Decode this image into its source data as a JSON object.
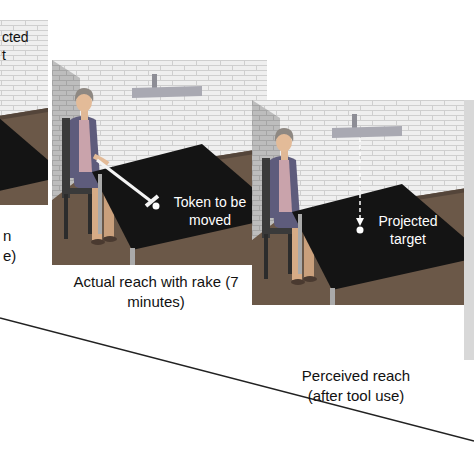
{
  "diagram": {
    "labels": [
      "cted t",
      "n e)",
      "Token to be moved",
      "Actual reach with rake (7 minutes)",
      "Projected target",
      "Perceived reach (after tool use)"
    ]
  }
}
